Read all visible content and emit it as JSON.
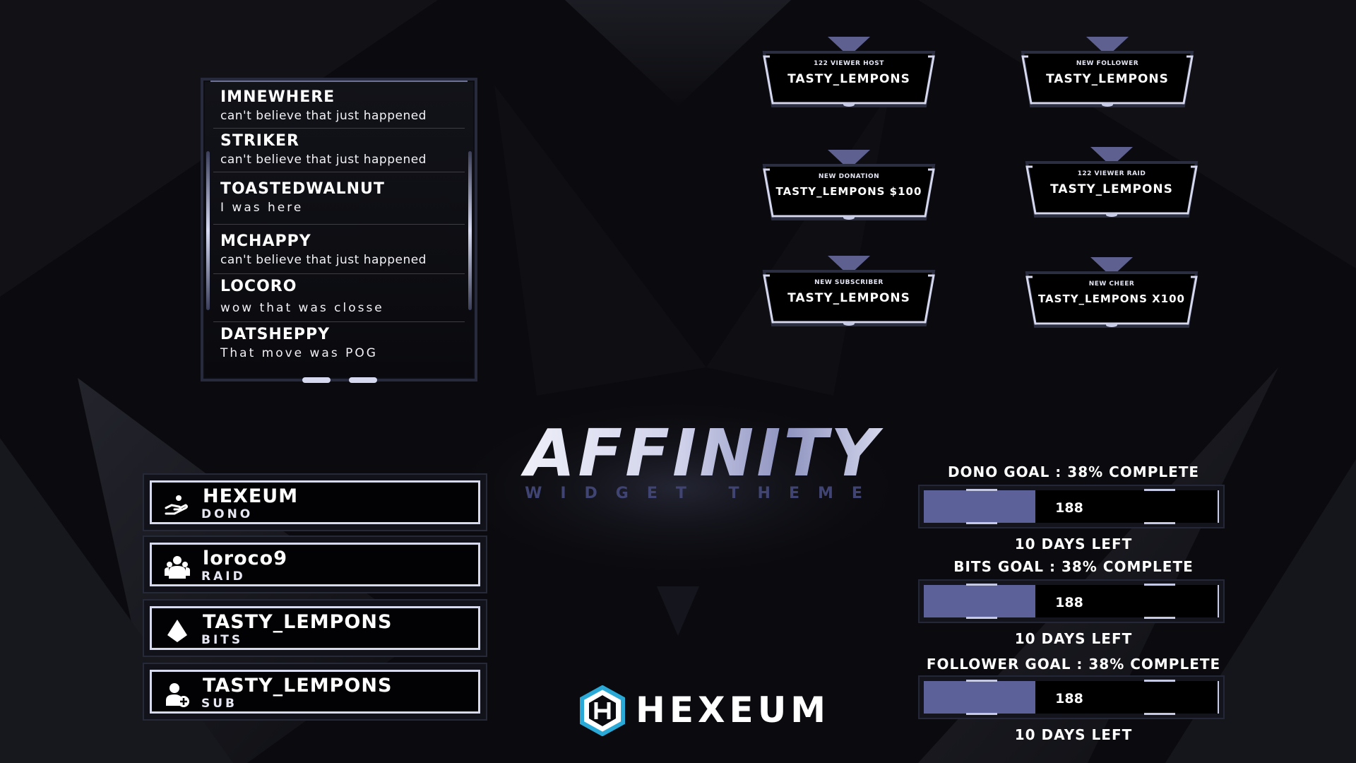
{
  "colors": {
    "background": "#0b0b0f",
    "accent": "#5c6199",
    "frame": "#d7d9ec",
    "brand_cyan": "#2aa9d6"
  },
  "chat": {
    "messages": [
      {
        "user": "IMNEWHERE",
        "text": "can't believe that just happened"
      },
      {
        "user": "STRIKER",
        "text": "can't believe that just happened"
      },
      {
        "user": "TOASTEDWALNUT",
        "text": "I was here"
      },
      {
        "user": "MCHAPPY",
        "text": "can't believe that just happened"
      },
      {
        "user": "LOCORO",
        "text": "wow that was closse"
      },
      {
        "user": "DATSHEPPY",
        "text": "That move was POG"
      }
    ]
  },
  "alerts": [
    {
      "type": "122 VIEWER HOST",
      "name": "TASTY_LEMPONS"
    },
    {
      "type": "NEW FOLLOWER",
      "name": "TASTY_LEMPONS"
    },
    {
      "type": "NEW DONATION",
      "name": "TASTY_LEMPONS $100"
    },
    {
      "type": "122 VIEWER RAID",
      "name": "TASTY_LEMPONS"
    },
    {
      "type": "NEW SUBSCRIBER",
      "name": "TASTY_LEMPONS"
    },
    {
      "type": "NEW CHEER",
      "name": "TASTY_LEMPONS X100"
    }
  ],
  "logo": {
    "title": "AFFINITY",
    "subtitle": "WIDGET THEME"
  },
  "events": [
    {
      "name": "HEXEUM",
      "kind": "DONO",
      "icon": "donation-hand-icon"
    },
    {
      "name": "loroco9",
      "kind": "RAID",
      "icon": "raid-group-icon"
    },
    {
      "name": "TASTY_LEMPONS",
      "kind": "BITS",
      "icon": "bits-gem-icon"
    },
    {
      "name": "TASTY_LEMPONS",
      "kind": "SUB",
      "icon": "subscriber-add-icon"
    }
  ],
  "goals": [
    {
      "title": "DONO GOAL : 38% COMPLETE",
      "value": "188",
      "progress": 0.38,
      "remaining": "10 DAYS LEFT"
    },
    {
      "title": "BITS GOAL : 38% COMPLETE",
      "value": "188",
      "progress": 0.38,
      "remaining": "10 DAYS LEFT"
    },
    {
      "title": "FOLLOWER GOAL : 38% COMPLETE",
      "value": "188",
      "progress": 0.38,
      "remaining": "10 DAYS LEFT"
    }
  ],
  "brand": {
    "name": "HEXEUM",
    "icon": "hexagon-h-logo-icon"
  }
}
